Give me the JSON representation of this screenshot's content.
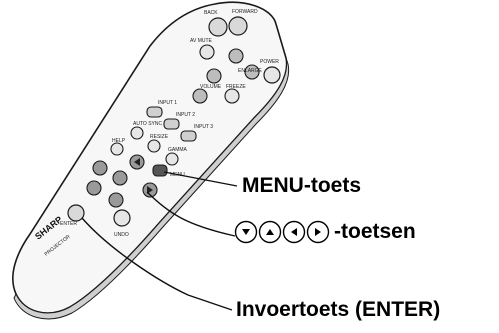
{
  "remote": {
    "brand": "SHARP",
    "model": "PROJECTOR",
    "labels": {
      "back": "BACK",
      "forward": "FORWARD",
      "power": "POWER",
      "av_mute": "AV\nMUTE",
      "enlarge": "ENLARGE",
      "volume": "VOLUME",
      "freeze": "FREEZE",
      "input1": "INPUT 1",
      "input2": "INPUT 2",
      "input3": "INPUT 3",
      "auto_sync": "AUTO SYNC",
      "resize": "RESIZE",
      "gamma": "GAMMA",
      "help": "HELP",
      "menu": "MENU",
      "enter": "ENTER",
      "undo": "UNDO"
    }
  },
  "callouts": {
    "menu_key": "MENU-toets",
    "arrow_keys": "-toetsen",
    "enter_key": "Invoertoets (ENTER)"
  },
  "arrow_icons": [
    "down-arrow",
    "up-arrow",
    "left-arrow",
    "right-arrow"
  ]
}
